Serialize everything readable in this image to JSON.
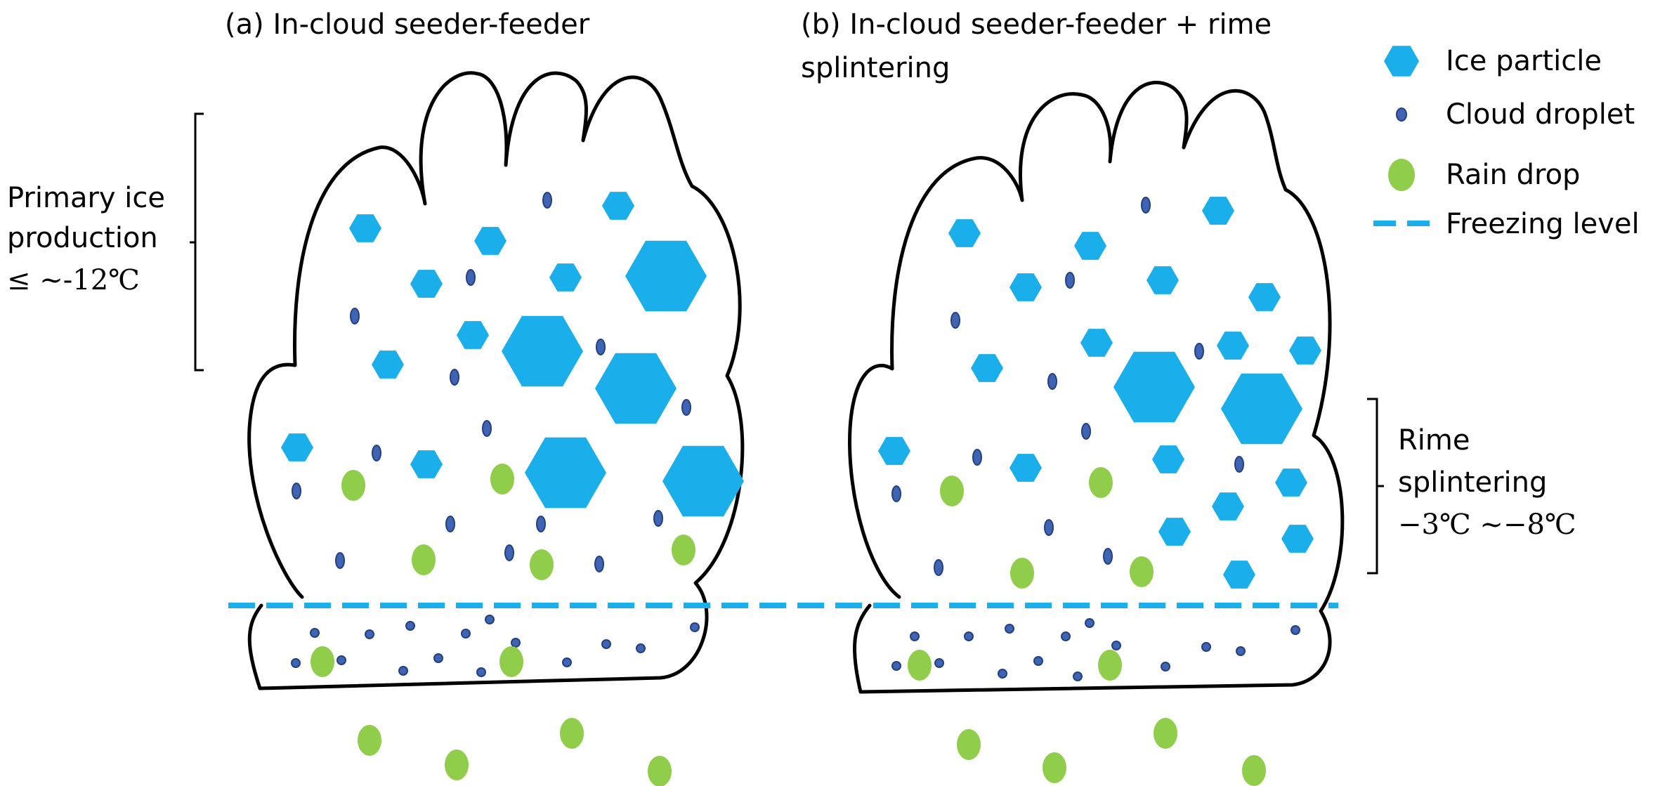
{
  "panels": [
    {
      "title": "(a) In-cloud seeder-feeder",
      "title_line2": ""
    },
    {
      "title": "(b) In-cloud seeder-feeder + rime",
      "title_line2": "splintering"
    }
  ],
  "annotations": {
    "primary_ice": [
      "Primary ice",
      "production",
      "≤ ~-12℃"
    ],
    "rime_splintering": [
      "Rime",
      "splintering",
      "−3℃ ~−8℃"
    ]
  },
  "legend": [
    {
      "label": "Ice particle",
      "symbol": "hexagon",
      "color": "#1aaeeb"
    },
    {
      "label": "Cloud droplet",
      "symbol": "small-ellipse",
      "color": "#3f64b4"
    },
    {
      "label": "Rain drop",
      "symbol": "ellipse",
      "color": "#8fcd4a"
    },
    {
      "label": "Freezing level",
      "symbol": "dashed-line",
      "color": "#1aaeeb"
    }
  ],
  "colors": {
    "ice": "#1aaeeb",
    "droplet": "#3f64b4",
    "droplet_stroke": "#25407f",
    "rain": "#8fcd4a",
    "outline": "#000000",
    "freezing_line": "#1aaeeb"
  }
}
